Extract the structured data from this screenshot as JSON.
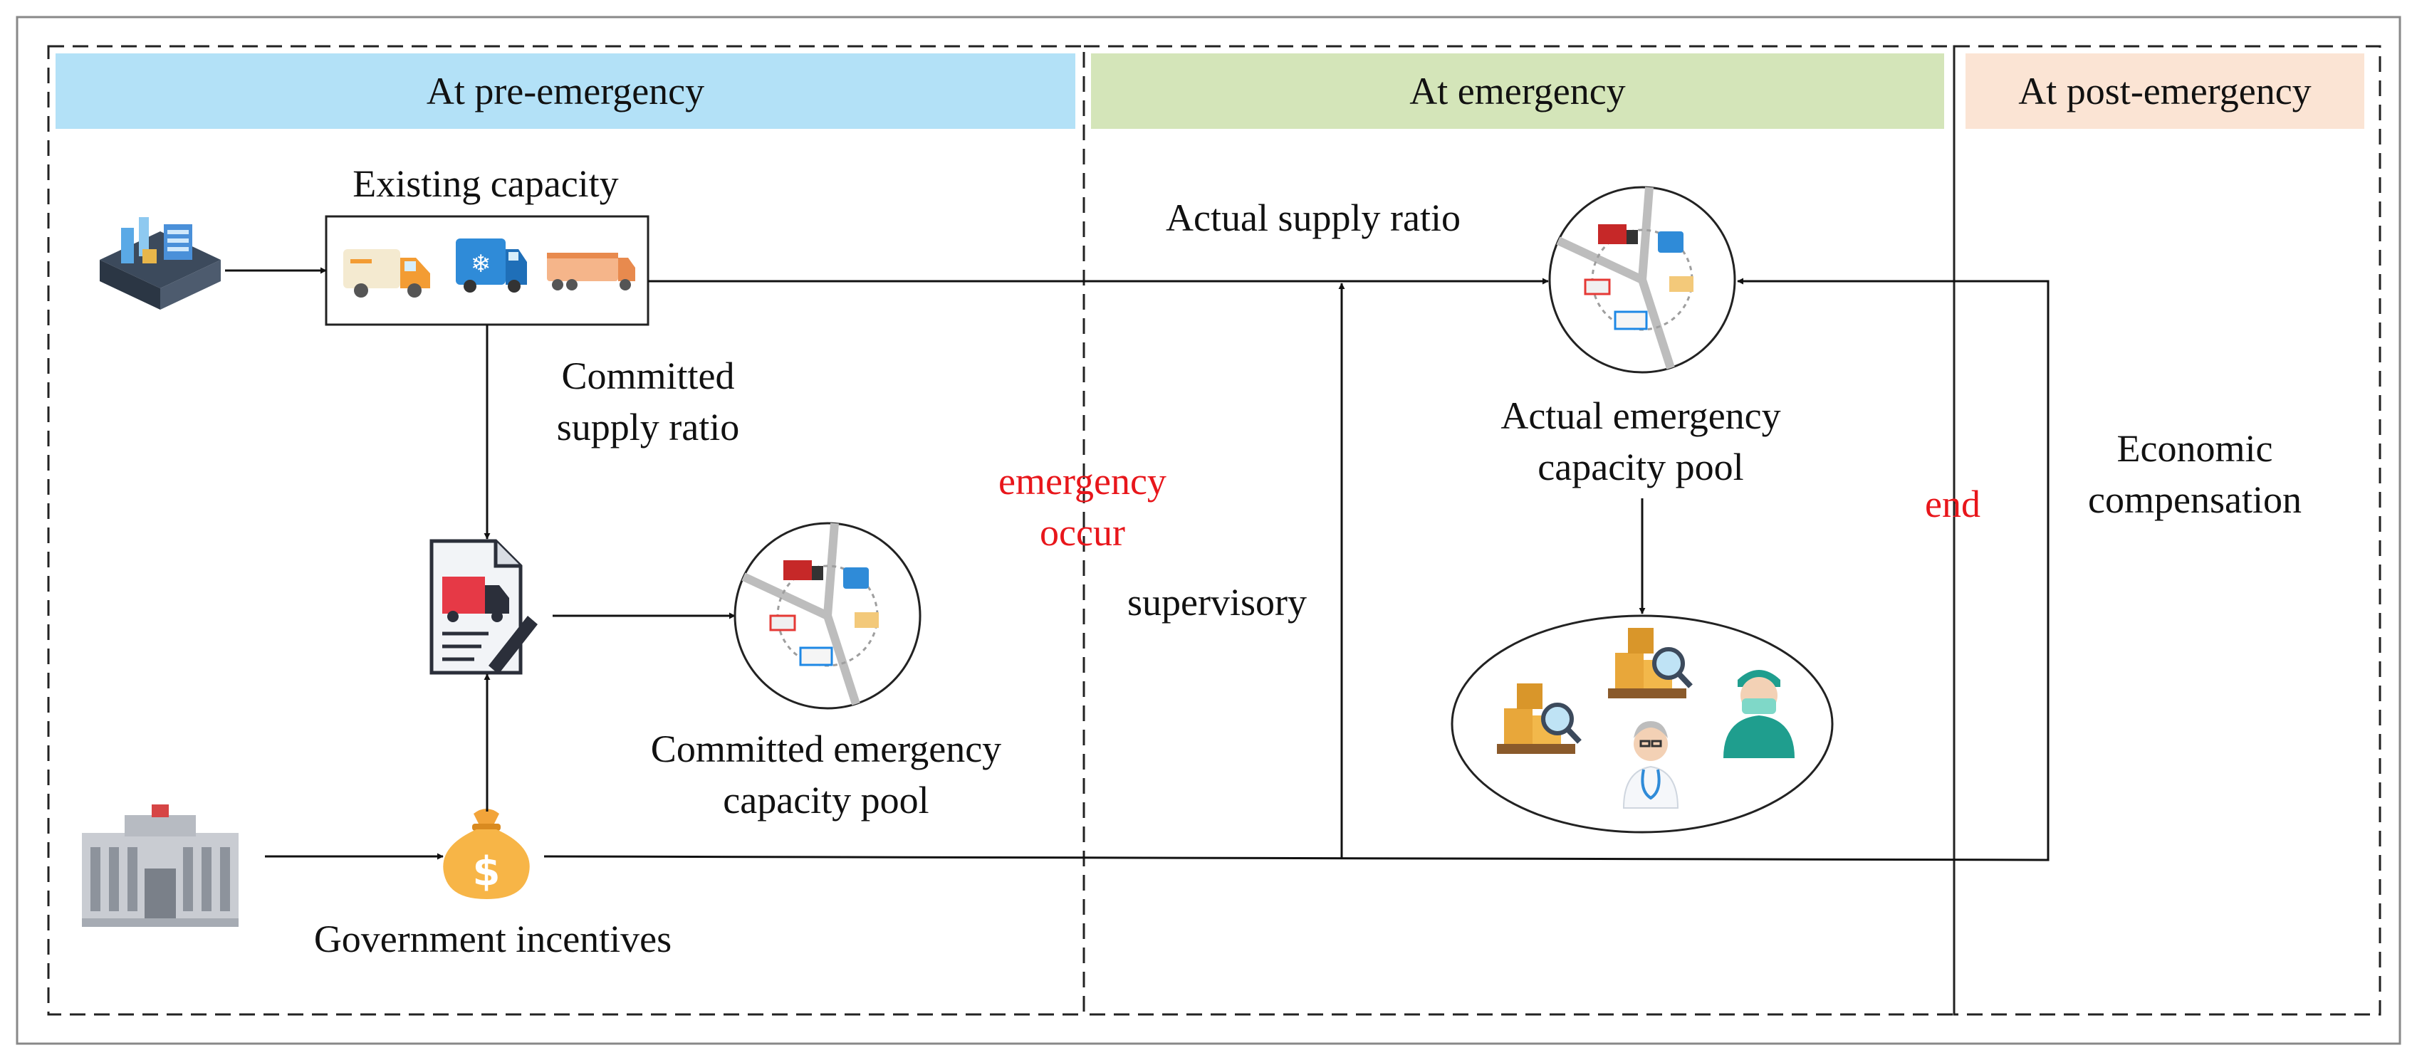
{
  "phases": {
    "pre": {
      "label": "At pre-emergency",
      "color": "#b3e1f7"
    },
    "during": {
      "label": "At emergency",
      "color": "#d4e5b9"
    },
    "post": {
      "label": "At post-emergency",
      "color": "#fbe4d4"
    }
  },
  "labels": {
    "existing_capacity": "Existing capacity",
    "committed_ratio_line1": "Committed",
    "committed_ratio_line2": "supply ratio",
    "committed_pool_line1": "Committed emergency",
    "committed_pool_line2": "capacity pool",
    "government_incentives": "Government incentives",
    "emergency_occur_line1": "emergency",
    "emergency_occur_line2": "occur",
    "actual_supply_ratio": "Actual supply ratio",
    "supervisory": "supervisory",
    "actual_pool_line1": "Actual emergency",
    "actual_pool_line2": "capacity pool",
    "end": "end",
    "economic_line1": "Economic",
    "economic_line2": "compensation"
  },
  "icons": {
    "factory": "factory-icon",
    "government_building": "government-building-icon",
    "van": "van-icon",
    "refrigerated_truck": "refrigerated-truck-icon",
    "trailer_truck": "trailer-truck-icon",
    "contract": "contract-document-icon",
    "money_bag": "money-bag-icon",
    "warehouse": "warehouse-inventory-icon",
    "doctor": "doctor-icon",
    "surgeon": "surgeon-icon"
  },
  "colors": {
    "alert_text": "#e8161b",
    "line": "#111111"
  }
}
